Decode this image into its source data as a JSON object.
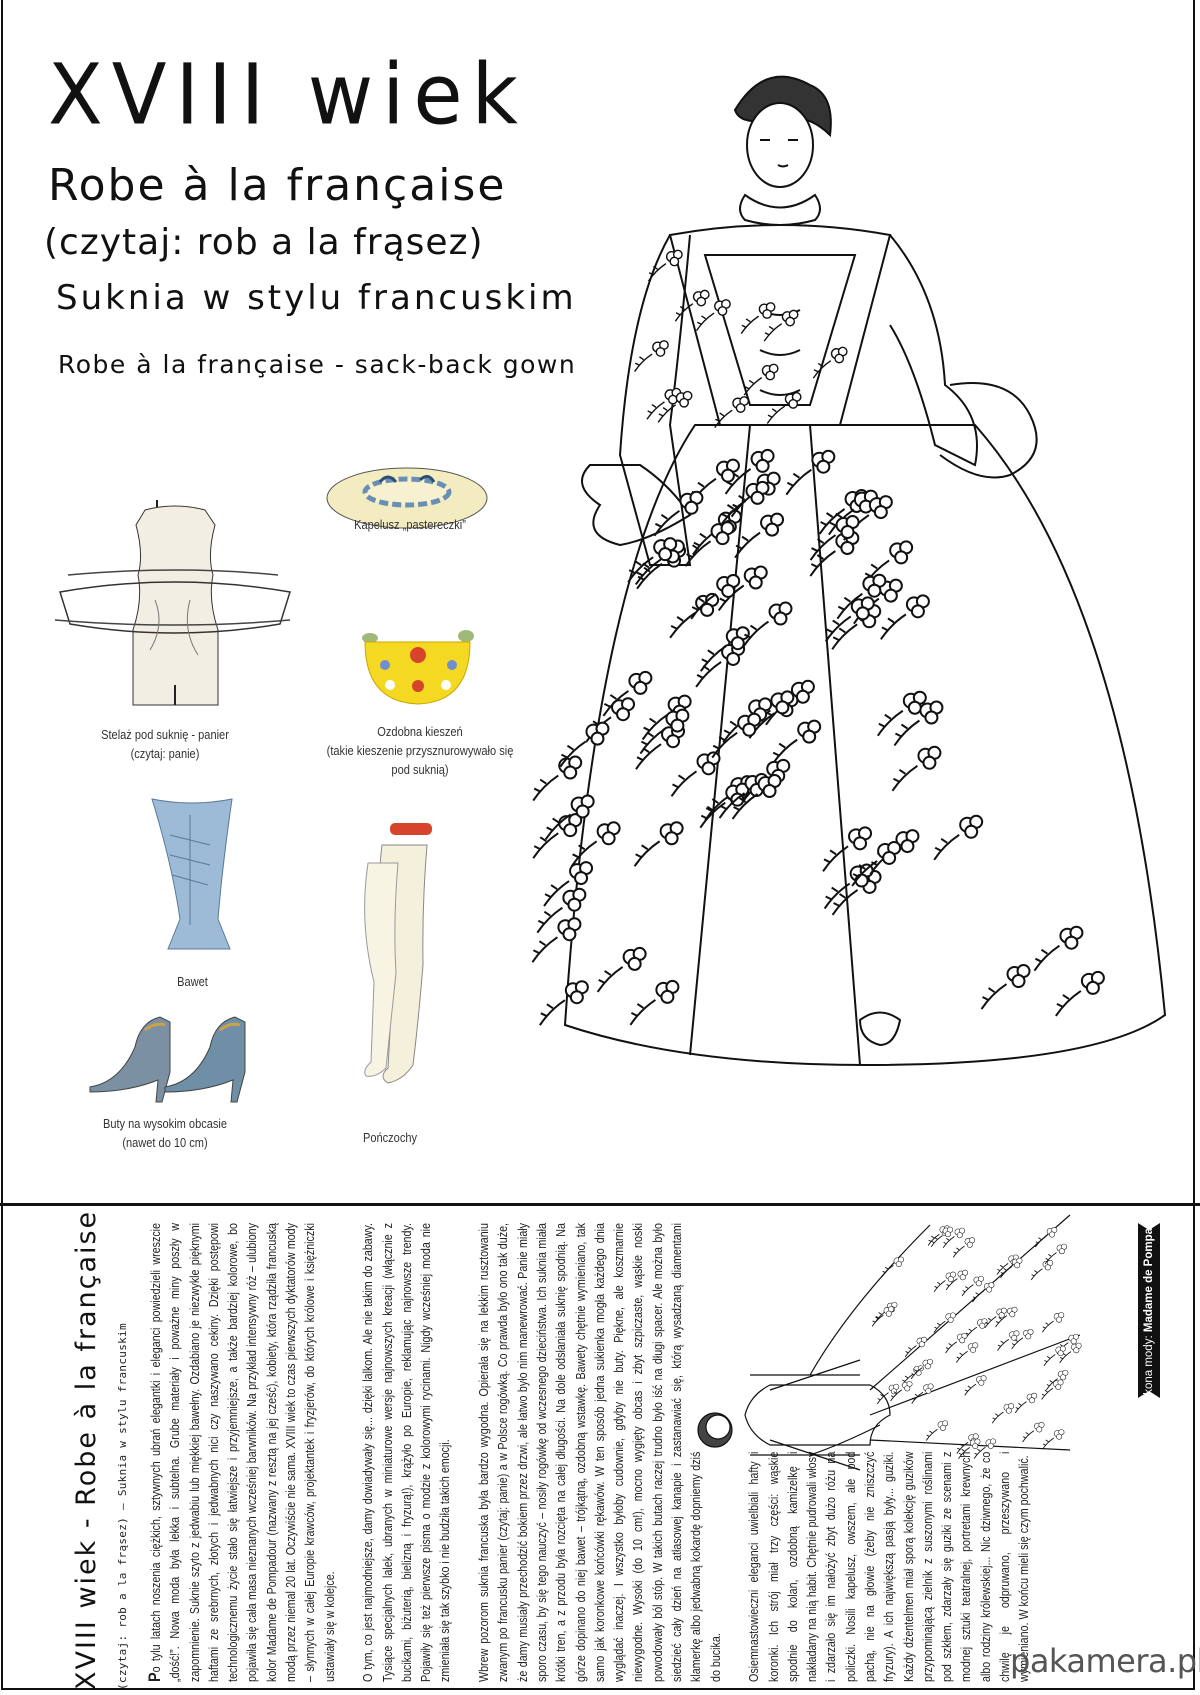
{
  "header": {
    "title": "XVIII wiek",
    "subtitle": "Robe à la française",
    "pronunciation": "(czytaj: rob a la frąsez)",
    "polish_name": "Suknia w stylu francuskim",
    "english_name": "Robe à la française - sack-back gown"
  },
  "accessories": [
    {
      "line1": "Kapelusz „pastereczki”"
    },
    {
      "line1": "Stelaż pod suknię - panier",
      "line2": "(czytaj: panie)"
    },
    {
      "line1": "Ozdobna kieszeń",
      "line2": "(takie kieszenie przysznurowywało się",
      "line3": "pod suknią)"
    },
    {
      "line1": "Bawet"
    },
    {
      "line1": "Buty na wysokim obcasie",
      "line2": "(nawet do 10 cm)"
    },
    {
      "line1": "Pończochy"
    }
  ],
  "article": {
    "title": "XVIII wiek - Robe à la française",
    "subtitle": "(czytaj: rob a la frąsez) – Suknia w stylu francuskim",
    "drop_cap": "P",
    "p1_rest": "o tylu latach noszenia ciężkich, sztywnych ubrań elegantki i eleganci powiedzieli wreszcie „dość!”. Nowa moda była lekka i subtelna. Grube materiały i poważne miny poszły w zapomnienie. Suknie szyto z jedwabiu lub miękkiej bawełny. Ozdabiano je niezwykle pięknymi haftami ze srebrnych, złotych i jedwabnych nici czy naszywano cekiny. Dzięki postępowi technologicznemu życie stało się łatwiejsze i przyjemniejsze, a także bardziej kolorowe, bo pojawiła się cała masa nieznanych wcześniej barwników. Na przykład intensywny róż – ulubiony kolor Madame de Pompadour (nazwany z resztą na jej cześć), kobiety, która rządziła francuską modą przez niemal 20 lat. Oczywiście nie sama. XVIII wiek to czas pierwszych dyktatorów mody – słynnych w całej Europie krawców, projektantek i fryzjerów, do których królowe i księżniczki ustawiały się w kolejce.",
    "p2": "O tym, co jest najmodniejsze, damy dowiadywały się... dzięki lalkom. Ale nie takim do zabawy. Tysiące specjalnych lalek, ubranych w miniaturowe wersje najnowszych kreacji (włącznie z bucikami, biżuterią, bielizną i fryzurą!), krążyło po Europie, reklamując najnowsze trendy. Pojawiły się też pierwsze pisma o modzie z kolorowymi rycinami. Nigdy wcześniej moda nie zmieniała się tak szybko i nie budziła takich emocji.",
    "p3": "Wbrew pozorom suknia francuska była bardzo wygodna. Opierała się na lekkim rusztowaniu zwanym po francusku panier (czytaj: panie) a w Polsce rogówką. Co prawda było ono tak duże, że damy musiały przechodzić bokiem przez drzwi, ale łatwo było nim manewrować. Panie miały sporo czasu, by się tego nauczyć – nosiły rogówkę od wczesnego dzieciństwa. Ich suknia miała krótki tren, a z przodu była rozcięta na całej długości. Na dole odsłaniała suknię spodnią. Na górze dopinano do niej bawet – trójkątną, ozdobną wstawkę. Bawety chętnie wymieniano, tak samo jak koronkowe końcówki rękawów. W ten sposób jedna sukienka mogła każdego dnia wyglądać inaczej. I wszystko byłoby cudownie, gdyby nie buty. Piękne, ale koszmarnie niewygodne. Wysoki (do 10 cm!), mocno wygięty obcas i zbyt szpiczaste, wąskie noski powodowały ból stóp. W takich butach raczej trudno było iść na długi spacer. Ale można było siedzieć cały dzień na atłasowej kanapie i zastanawiać się, którą wysadzaną diamentami klamerkę albo jedwabną kokardę dopniemy dziś do bucika.",
    "p4": "Osiemnastowieczni eleganci uwielbiali hafty i koronki. Ich strój miał trzy części: wąskie spodnie do kolan, ozdobną kamizelkę i nakładany na nią habit. Chętnie pudrowali włosy i zdarzało się im nałożyć zbyt dużo różu na policzki. Nosili kapelusz, owszem, ale pod pachą, nie na głowie (żeby nie zniszczyć fryzury). A ich największą pasją były... guziki. Każdy dżentelmen miał sporą kolekcję guzików przypominającą zielnik z suszonymi roślinami pod szkłem, zdarzały się guziki ze scenami z modnej sztuki teatralnej, portretami krewnych albo rodziny królewskiej... Nic dziwnego, że co chwilę je odpruwano, przeszywano i wymieniano. W końcu mieli się czym pochwalić."
  },
  "icon_tag": {
    "label": "Ikona mody:",
    "name": "Madame de Pompadour"
  },
  "watermark": "pakamera.pl",
  "colors": {
    "ink": "#111111",
    "hat": "#f3ecc0",
    "ribbon": "#8fb8e0",
    "pocket": "#f5d822",
    "bawet": "#9dbbd6",
    "shoe": "#6f8fa6",
    "cream": "#f3eee3"
  }
}
